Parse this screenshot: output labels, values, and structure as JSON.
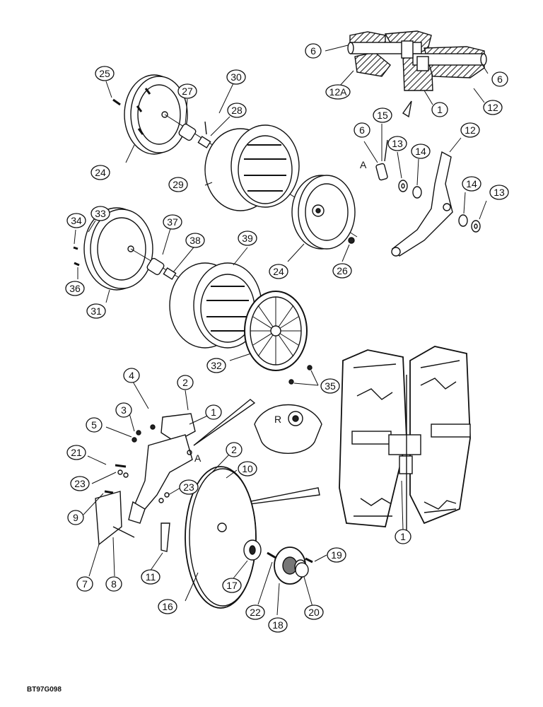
{
  "figure": {
    "reference": "BT97G098",
    "view_letter_R": "R",
    "view_letter_A": "A"
  },
  "callouts": [
    {
      "id": "c-6a",
      "text": "6"
    },
    {
      "id": "c-6b",
      "text": "6"
    },
    {
      "id": "c-12a",
      "text": "12A"
    },
    {
      "id": "c-1a",
      "text": "1"
    },
    {
      "id": "c-12b",
      "text": "12"
    },
    {
      "id": "c-25",
      "text": "25"
    },
    {
      "id": "c-27",
      "text": "27"
    },
    {
      "id": "c-30",
      "text": "30"
    },
    {
      "id": "c-28",
      "text": "28"
    },
    {
      "id": "c-15",
      "text": "15"
    },
    {
      "id": "c-6c",
      "text": "6"
    },
    {
      "id": "c-12c",
      "text": "12"
    },
    {
      "id": "c-13a",
      "text": "13"
    },
    {
      "id": "c-14a",
      "text": "14"
    },
    {
      "id": "c-14b",
      "text": "14"
    },
    {
      "id": "c-13b",
      "text": "13"
    },
    {
      "id": "c-24a",
      "text": "24"
    },
    {
      "id": "c-29",
      "text": "29"
    },
    {
      "id": "c-34",
      "text": "34"
    },
    {
      "id": "c-33",
      "text": "33"
    },
    {
      "id": "c-37",
      "text": "37"
    },
    {
      "id": "c-38",
      "text": "38"
    },
    {
      "id": "c-39",
      "text": "39"
    },
    {
      "id": "c-36",
      "text": "36"
    },
    {
      "id": "c-24b",
      "text": "24"
    },
    {
      "id": "c-26",
      "text": "26"
    },
    {
      "id": "c-31",
      "text": "31"
    },
    {
      "id": "c-32",
      "text": "32"
    },
    {
      "id": "c-35",
      "text": "35"
    },
    {
      "id": "c-4",
      "text": "4"
    },
    {
      "id": "c-2a",
      "text": "2"
    },
    {
      "id": "c-3",
      "text": "3"
    },
    {
      "id": "c-1b",
      "text": "1"
    },
    {
      "id": "c-5",
      "text": "5"
    },
    {
      "id": "c-21",
      "text": "21"
    },
    {
      "id": "c-2b",
      "text": "2"
    },
    {
      "id": "c-10",
      "text": "10"
    },
    {
      "id": "c-23a",
      "text": "23"
    },
    {
      "id": "c-23b",
      "text": "23"
    },
    {
      "id": "c-9",
      "text": "9"
    },
    {
      "id": "c-11",
      "text": "11"
    },
    {
      "id": "c-1c",
      "text": "1"
    },
    {
      "id": "c-7",
      "text": "7"
    },
    {
      "id": "c-8",
      "text": "8"
    },
    {
      "id": "c-19",
      "text": "19"
    },
    {
      "id": "c-17",
      "text": "17"
    },
    {
      "id": "c-16",
      "text": "16"
    },
    {
      "id": "c-22",
      "text": "22"
    },
    {
      "id": "c-20",
      "text": "20"
    },
    {
      "id": "c-18",
      "text": "18"
    }
  ]
}
